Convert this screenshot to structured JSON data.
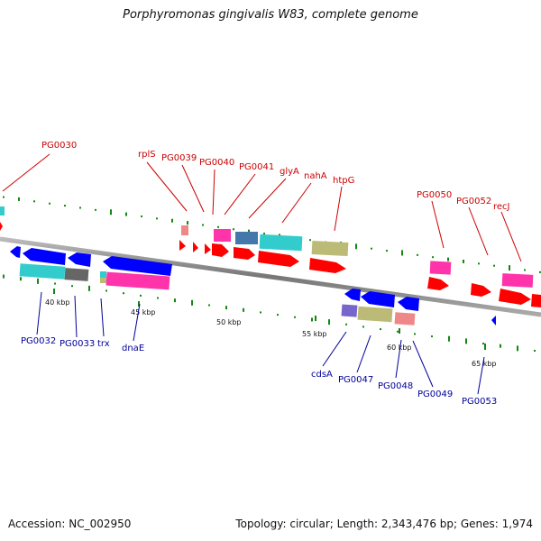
{
  "title": "Porphyromonas gingivalis W83, complete genome",
  "accession": "Accession: NC_002950",
  "topology": "Topology: circular; Length: 2,343,476 bp; Genes: 1,974",
  "colors": {
    "forward_cds": "#ff0000",
    "reverse_cds": "#0000ff",
    "backbone": "#888888",
    "gc_ticks": "#118811",
    "forward_label": "#cc0000",
    "reverse_label": "#000099",
    "cog_pink": "#ff33aa",
    "cog_cyan": "#33cccc",
    "cog_steel": "#4477aa",
    "cog_khaki": "#bbbb77",
    "cog_gray": "#666666",
    "cog_salmon": "#ee8888",
    "cog_purple": "#7766cc"
  },
  "scale_labels": [
    "40 kbp",
    "45 kbp",
    "50 kbp",
    "55 kbp",
    "60 kbp",
    "65 kbp"
  ],
  "forward_labels": [
    "PG0030",
    "rplS",
    "PG0039",
    "PG0040",
    "PG0041",
    "glyA",
    "nahA",
    "htpG",
    "PG0050",
    "PG0052",
    "recJ"
  ],
  "reverse_labels": [
    "PG0032",
    "PG0033",
    "trx",
    "dnaE",
    "cdsA",
    "PG0047",
    "PG0048",
    "PG0049",
    "PG0053"
  ]
}
